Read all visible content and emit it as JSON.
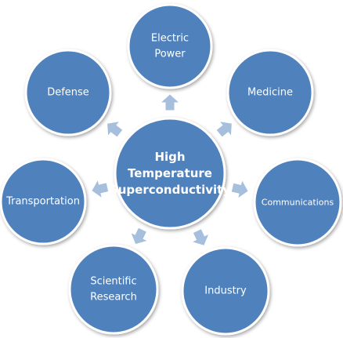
{
  "diagram": {
    "center": {
      "lines": [
        "High",
        "Temperature",
        "Superconductivity"
      ]
    },
    "nodes": [
      {
        "id": "electric-power",
        "lines": [
          "Electric",
          "Power"
        ]
      },
      {
        "id": "medicine",
        "lines": [
          "Medicine"
        ]
      },
      {
        "id": "communications",
        "lines": [
          "Communications"
        ]
      },
      {
        "id": "industry",
        "lines": [
          "Industry"
        ]
      },
      {
        "id": "scientific-research",
        "lines": [
          "Scientific",
          "Research"
        ]
      },
      {
        "id": "transportation",
        "lines": [
          "Transportation"
        ]
      },
      {
        "id": "defense",
        "lines": [
          "Defense"
        ]
      }
    ]
  },
  "colors": {
    "circle_fill": "#4f81bd",
    "circle_stroke": "#ffffff",
    "arrow_fill": "#a5bfdd",
    "text": "#ffffff"
  }
}
